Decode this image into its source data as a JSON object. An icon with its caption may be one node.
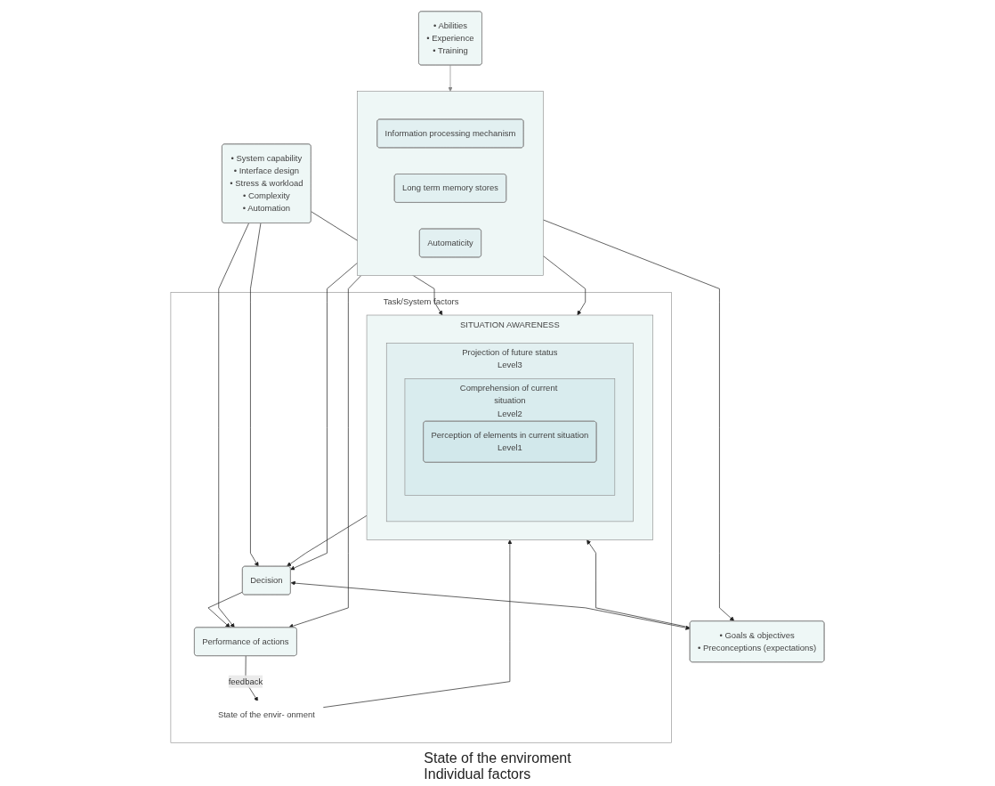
{
  "diagram": {
    "nodes": [
      {
        "text": [
          "Task/System factors"
        ]
      },
      {
        "text": [
          "SITUATION AWARENESS"
        ],
        "in": 0
      },
      {
        "text": [
          "Projection of future status",
          "Level3"
        ],
        "in": 1
      },
      {
        "text": [
          "Comprehension of current situation",
          "Level2"
        ],
        "in": 2
      },
      {
        "text": [
          "Perception of elements in current situation",
          "Level1"
        ],
        "in": 3
      },
      {
        "text": [
          "State of the envir- onment"
        ],
        "in": 0
      },
      {
        "text": [
          "Decision"
        ],
        "in": 0
      },
      {
        "text": [
          "Performance of actions"
        ],
        "in": 0
      },
      {
        "text": [
          "• System capability",
          "• Interface design",
          "• Stress & workload",
          "• Complexity",
          "• Automation"
        ]
      },
      {
        "text": [
          "• Goals & objectives",
          "• Preconceptions (expectations)"
        ]
      },
      {
        "text": [],
        "shape": "box"
      },
      {
        "text": [
          "Information processing mechanism"
        ],
        "in": 10
      },
      {
        "text": [
          "Long term memory stores"
        ],
        "in": 10
      },
      {
        "text": [
          "Automaticity"
        ],
        "in": 10
      },
      {
        "text": [
          "• Abilities",
          "• Experience",
          "• Training"
        ]
      }
    ],
    "edges": [
      {
        "from": 7,
        "to": 5,
        "arrow": "to",
        "label": "feedback"
      },
      {
        "from": 5,
        "to": 1,
        "arrow": "to"
      },
      {
        "from": 1,
        "to": 6,
        "arrow": "to"
      },
      {
        "from": 6,
        "to": 7,
        "arrow": "to"
      },
      {
        "from": 8,
        "to": 1,
        "arrow": "to"
      },
      {
        "from": 8,
        "to": 6,
        "arrow": "to"
      },
      {
        "from": 8,
        "to": 7,
        "arrow": "to"
      },
      {
        "from": 10,
        "to": 1,
        "arrow": "to"
      },
      {
        "from": 10,
        "to": 6,
        "arrow": "to"
      },
      {
        "from": 10,
        "to": 7,
        "arrow": "to"
      },
      {
        "from": 10,
        "to": 9,
        "arrow": "to"
      },
      {
        "from": 9,
        "to": 6,
        "arrow": "both"
      },
      {
        "from": 9,
        "to": 1,
        "arrow": "to"
      },
      {
        "from": 14,
        "to": 10,
        "arrow": "to",
        "color": "#888888"
      }
    ],
    "labels": [
      "State of the enviroment",
      "Individual factors"
    ]
  }
}
